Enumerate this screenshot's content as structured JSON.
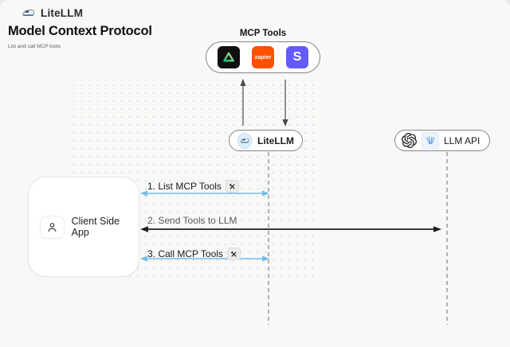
{
  "header": {
    "app_name": "LiteLLM"
  },
  "page": {
    "title": "Model Context Protocol",
    "subtitle": "List and call MCP tools"
  },
  "mcp_tools": {
    "label": "MCP Tools",
    "items": [
      {
        "name": "composio",
        "icon": "green-triangle-icon",
        "bg": "#101010"
      },
      {
        "name": "zapier",
        "label": "zapier",
        "bg": "#ff4f00"
      },
      {
        "name": "stripe",
        "label": "S",
        "bg": "#635bff"
      }
    ]
  },
  "nodes": {
    "litellm": {
      "label": "LiteLLM",
      "icon": "train-icon"
    },
    "llm_api": {
      "label": "LLM API",
      "icons": [
        "openai-icon",
        "llm-provider-icon"
      ]
    },
    "client": {
      "label": "Client Side App",
      "icon": "user-icon"
    }
  },
  "flows": [
    {
      "label": "1. List MCP Tools",
      "tool_badge": true,
      "color": "#74bde8",
      "from": "client",
      "to": "litellm"
    },
    {
      "label": "2. Send Tools to LLM",
      "tool_badge": false,
      "color": "#1f1f1f",
      "from": "client",
      "to": "llm_api"
    },
    {
      "label": "3. Call MCP Tools",
      "tool_badge": true,
      "color": "#74bde8",
      "from": "client",
      "to": "litellm"
    }
  ],
  "colors": {
    "background": "#f8f8f7",
    "blue_arrow": "#74bde8",
    "dark_arrow": "#1f1f1f",
    "lifeline_gray": "#9b9b9b",
    "zapier_orange": "#ff4f00",
    "stripe_purple": "#635bff",
    "composio_black": "#101010"
  }
}
